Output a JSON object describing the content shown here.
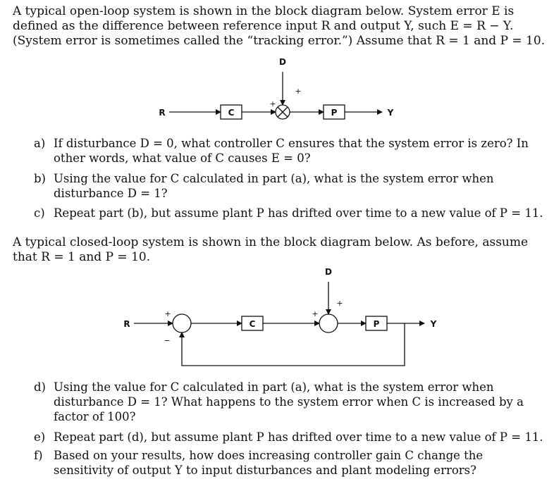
{
  "intro1": "A typical open-loop system is shown in the block diagram below. System error E is defined as the difference between reference input R and output Y, such E = R − Y. (System error is sometimes called the “tracking error.”) Assume that R = 1 and P = 10.",
  "diagram1": {
    "r": "R",
    "c": "C",
    "p": "P",
    "y": "Y",
    "d": "D",
    "plus": "+"
  },
  "questions_a_c": [
    {
      "label": "a)",
      "text": "If disturbance D = 0, what controller C ensures that the system error is zero? In other words, what value of C causes E = 0?"
    },
    {
      "label": "b)",
      "text": "Using the value for C calculated in part (a), what is the system error when disturbance D = 1?"
    },
    {
      "label": "c)",
      "text": "Repeat part (b), but assume plant P has drifted over time to a new value of P = 11."
    }
  ],
  "intro2": "A typical closed-loop system is shown in the block diagram below. As before, assume that R = 1 and P = 10.",
  "diagram2": {
    "r": "R",
    "c": "C",
    "p": "P",
    "y": "Y",
    "d": "D",
    "plus": "+",
    "minus": "−"
  },
  "questions_d_f": [
    {
      "label": "d)",
      "text": "Using the value for C calculated in part (a), what is the system error when disturbance D = 1? What happens to the system error when C is increased by a factor of 100?"
    },
    {
      "label": "e)",
      "text": "Repeat part (d), but assume plant P has drifted over time to a new value of P = 11."
    },
    {
      "label": "f)",
      "text": "Based on your results, how does increasing controller gain C change the sensitivity of output Y to input disturbances and plant modeling errors?"
    }
  ]
}
